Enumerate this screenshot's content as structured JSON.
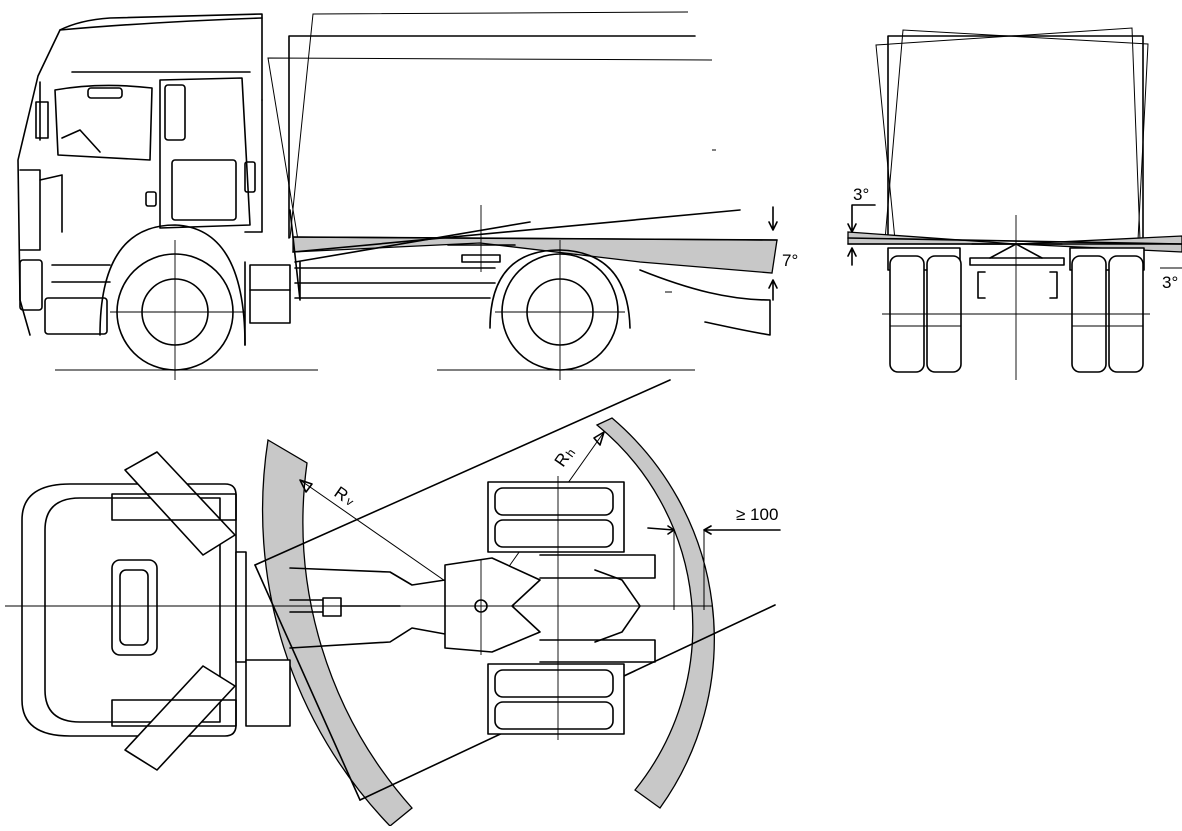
{
  "labels": {
    "tilt_side": "7°",
    "tilt_rear_left": "3°",
    "tilt_rear_right": "3°",
    "clearance": "≥ 100",
    "radius_front": "R",
    "radius_front_sub": "v",
    "radius_rear": "R",
    "radius_rear_sub": "h"
  },
  "colors": {
    "line": "#000000",
    "swept_area": "#c8c8c8",
    "background": "#ffffff"
  }
}
